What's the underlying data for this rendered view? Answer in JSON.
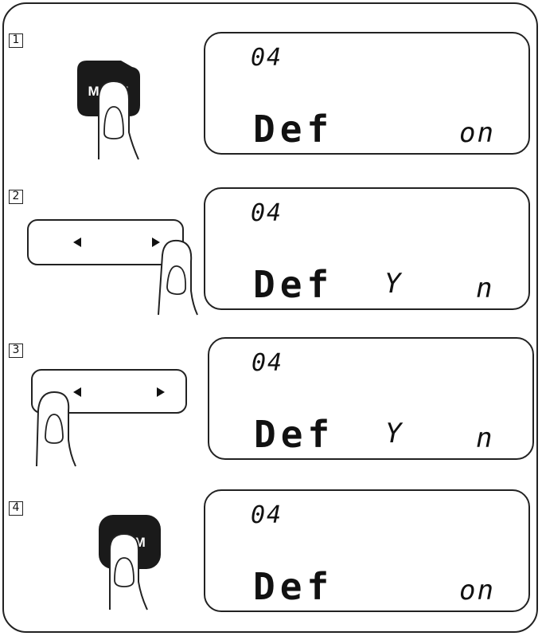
{
  "steps": [
    {
      "number": "1",
      "button_label": "MODE",
      "display": {
        "number": "04",
        "main": "Def",
        "middle": "",
        "right": "on"
      }
    },
    {
      "number": "2",
      "button_label": "",
      "display": {
        "number": "04",
        "main": "Def",
        "middle": "Y",
        "right": "n"
      }
    },
    {
      "number": "3",
      "button_label": "",
      "display": {
        "number": "04",
        "main": "Def",
        "middle": "Y",
        "right": "n"
      }
    },
    {
      "number": "4",
      "button_label": "MEM",
      "display": {
        "number": "04",
        "main": "Def",
        "middle": "",
        "right": "on"
      }
    }
  ],
  "icons": {
    "left_arrow": "left-arrow-icon",
    "right_arrow": "right-arrow-icon",
    "finger": "finger-icon"
  },
  "colors": {
    "ink": "#111111",
    "button_fill": "#1a1a1a",
    "button_text": "#ffffff"
  }
}
